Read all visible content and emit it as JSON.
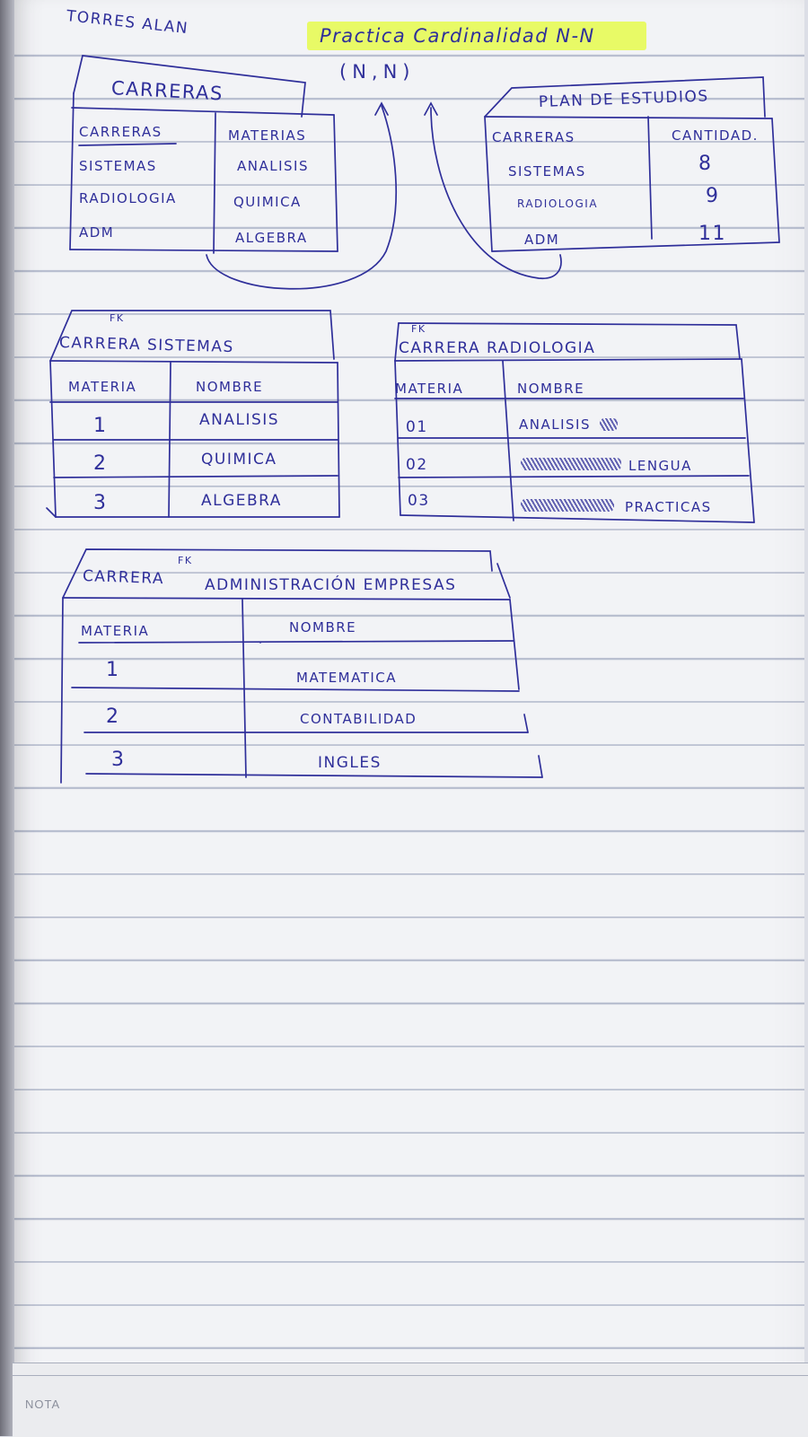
{
  "header": {
    "author": "TORRES ALAN",
    "title": "Practica Cardinalidad N-N",
    "relation": "(N,N)"
  },
  "carreras_table": {
    "title": "CARRERAS",
    "headers": [
      "CARRERAS",
      "MATERIAS"
    ],
    "rows": [
      [
        "SISTEMAS",
        "ANALISIS"
      ],
      [
        "RADIOLOGIA",
        "QUIMICA"
      ],
      [
        "ADM",
        "ALGEBRA"
      ]
    ]
  },
  "plan_table": {
    "title": "PLAN DE ESTUDIOS",
    "headers": [
      "CARRERAS",
      "CANTIDAD."
    ],
    "rows": [
      [
        "SISTEMAS",
        "8"
      ],
      [
        "RADIOLOGIA",
        "9"
      ],
      [
        "ADM",
        "11"
      ]
    ]
  },
  "sistemas_table": {
    "fk": "FK",
    "title": "CARRERA SISTEMAS",
    "headers": [
      "MATERIA",
      "NOMBRE"
    ],
    "rows": [
      [
        "1",
        "ANALISIS"
      ],
      [
        "2",
        "QUIMICA"
      ],
      [
        "3",
        "ALGEBRA"
      ]
    ]
  },
  "radiologia_table": {
    "fk": "FK",
    "title": "CARRERA RADIOLOGIA",
    "headers": [
      "MATERIA",
      "NOMBRE"
    ],
    "rows": [
      [
        "01",
        "ANALISIS"
      ],
      [
        "02",
        "LENGUA"
      ],
      [
        "03",
        "PRACTICAS"
      ]
    ]
  },
  "adm_table": {
    "fk": "FK",
    "title_left": "CARRERA",
    "title_right": "ADMINISTRACIÓN EMPRESAS",
    "headers": [
      "MATERIA",
      "NOMBRE"
    ],
    "rows": [
      [
        "1",
        "MATEMATICA"
      ],
      [
        "2",
        "CONTABILIDAD"
      ],
      [
        "3",
        "INGLES"
      ]
    ]
  },
  "footer": {
    "label": "NOTA"
  },
  "colors": {
    "ink": "#2f2f9a",
    "highlighter": "#e7fb57",
    "paper": "#f2f3f6",
    "rule_line": "#b9bfd0"
  }
}
